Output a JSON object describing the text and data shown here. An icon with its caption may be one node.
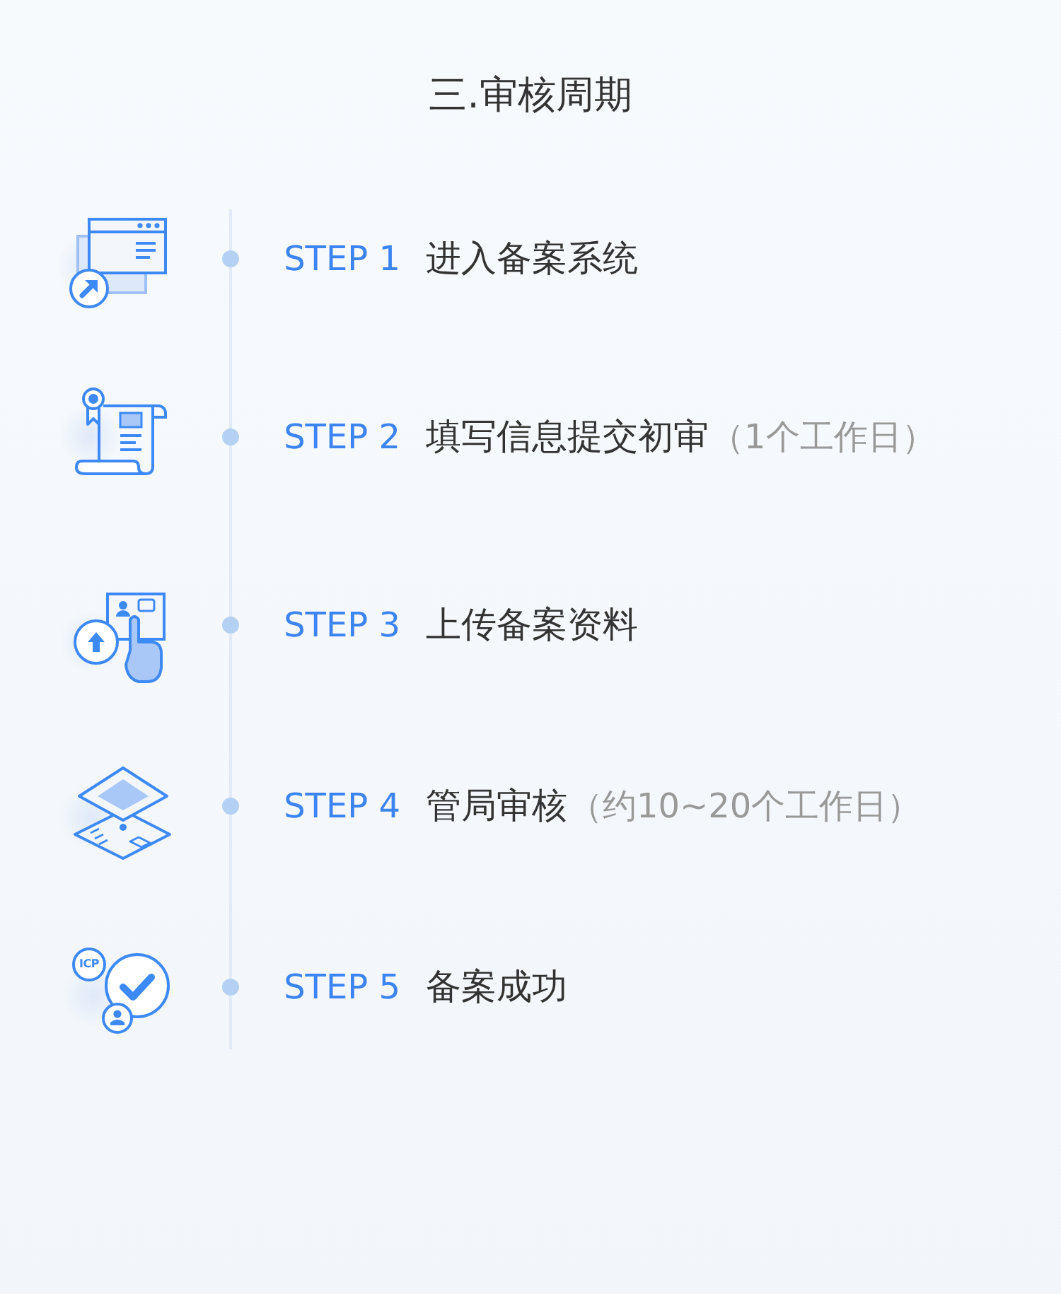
{
  "diagram": {
    "title": "三.审核周期",
    "labels": [
      "STEP 1",
      "进入备案系统",
      "STEP 2",
      "填写信息提交初审",
      "（1个工作日）",
      "STEP 3",
      "上传备案资料",
      "STEP 4",
      "管局审核",
      "（约10~20个工作日）",
      "ICP",
      "STEP 5",
      "备案成功"
    ]
  }
}
